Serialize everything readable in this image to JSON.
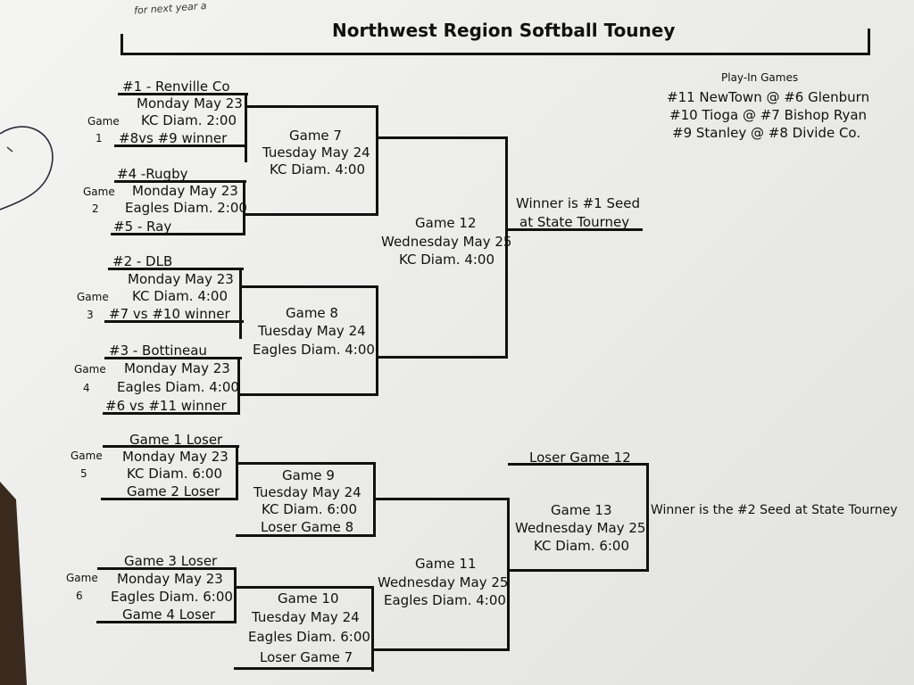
{
  "top_scrap": "for next year a",
  "title": "Northwest Region Softball Touney",
  "play_in": {
    "heading": "Play-In Games",
    "games": [
      "#11 NewTown @ #6 Glenburn",
      "#10 Tioga @ #7 Bishop Ryan",
      "#9 Stanley @ #8 Divide Co."
    ]
  },
  "game_word": "Game",
  "round1": [
    {
      "team_a": "#1 - Renville Co",
      "day": "Monday May 23",
      "place": "KC Diam. 2:00",
      "team_b": "#8vs #9 winner",
      "num": "1"
    },
    {
      "team_a": "#4 -Rugby",
      "day": "Monday May 23",
      "place": "Eagles Diam. 2:00",
      "team_b": "#5 - Ray",
      "num": "2"
    },
    {
      "team_a": "#2 - DLB",
      "day": "Monday May 23",
      "place": "KC Diam. 4:00",
      "team_b": "#7 vs #10 winner",
      "num": "3"
    },
    {
      "team_a": "#3 - Bottineau",
      "day": "Monday May 23",
      "place": "Eagles Diam. 4:00",
      "team_b": "#6 vs #11 winner",
      "num": "4"
    },
    {
      "team_a": "Game 1 Loser",
      "day": "Monday May 23",
      "place": "KC Diam. 6:00",
      "team_b": "Game 2 Loser",
      "num": "5"
    },
    {
      "team_a": "Game 3 Loser",
      "day": "Monday May 23",
      "place": "Eagles Diam. 6:00",
      "team_b": "Game 4 Loser",
      "num": "6"
    }
  ],
  "game7": {
    "label": "Game 7",
    "day": "Tuesday May 24",
    "place": "KC Diam. 4:00"
  },
  "game8": {
    "label": "Game 8",
    "day": "Tuesday May 24",
    "place": "Eagles Diam. 4:00"
  },
  "game9": {
    "label": "Game 9",
    "day": "Tuesday May 24",
    "place": "KC Diam. 6:00",
    "opponent": "Loser Game 8"
  },
  "game10": {
    "label": "Game 10",
    "day": "Tuesday May 24",
    "place": "Eagles Diam. 6:00",
    "opponent": "Loser Game 7"
  },
  "game11": {
    "label": "Game 11",
    "day": "Wednesday May 25",
    "place": "Eagles Diam. 4:00"
  },
  "game12": {
    "label": "Game 12",
    "day": "Wednesday May 25",
    "place": "KC Diam. 4:00"
  },
  "winner1": {
    "line1": "Winner is #1 Seed",
    "line2": "at State Tourney"
  },
  "game13": {
    "top": "Loser Game 12",
    "label": "Game 13",
    "day": "Wednesday May 25",
    "place": "KC Diam. 6:00"
  },
  "winner2": "Winner is the #2 Seed at State Tourney"
}
